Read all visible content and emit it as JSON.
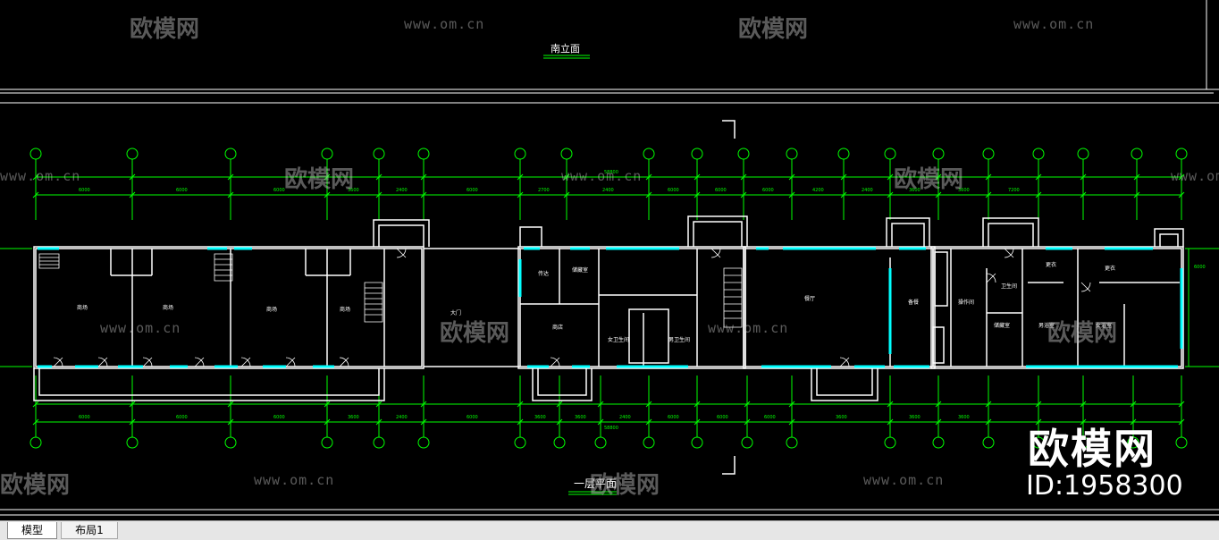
{
  "drawing": {
    "elevation_title": "南立面",
    "plan_title": "一层平面",
    "overall_dim_top": "58800",
    "overall_dim_bottom": "58800",
    "axis_dims_top": [
      "6000",
      "6000",
      "6000",
      "3600",
      "2400",
      "6000",
      "2700",
      "2400",
      "6000",
      "6000",
      "6000",
      "4200",
      "2400",
      "3600",
      "3600",
      "7200"
    ],
    "axis_dims_bottom": [
      "6000",
      "6000",
      "6000",
      "3600",
      "2400",
      "6000",
      "3600",
      "3600",
      "2400",
      "6000",
      "6000",
      "6000",
      "3600",
      "3600",
      "3600"
    ],
    "right_dim": "6000",
    "rooms": {
      "shop1": "商场",
      "shop2": "商场",
      "shop3": "商场",
      "shop4": "商场",
      "gate": "大门",
      "duty": "传达",
      "shop5": "商店",
      "storage": "储藏室",
      "wc_f": "女卫生间",
      "wc_m": "男卫生间",
      "hall": "餐厅",
      "kitchen": "备餐",
      "operating": "操作间",
      "wc": "卫生间",
      "pantry": "储藏室",
      "locker1": "更衣",
      "locker2": "更衣",
      "bath_m": "男浴室",
      "bath_f": "女浴室"
    }
  },
  "watermark": {
    "brand": "欧模网",
    "url": "www.om.cn",
    "id_text": "ID:1958300"
  },
  "tabs": {
    "model": "模型",
    "layout1": "布局1"
  },
  "colors": {
    "wall": "#ffffff",
    "axis": "#00ff00",
    "window": "#00ffff",
    "background": "#000000"
  }
}
